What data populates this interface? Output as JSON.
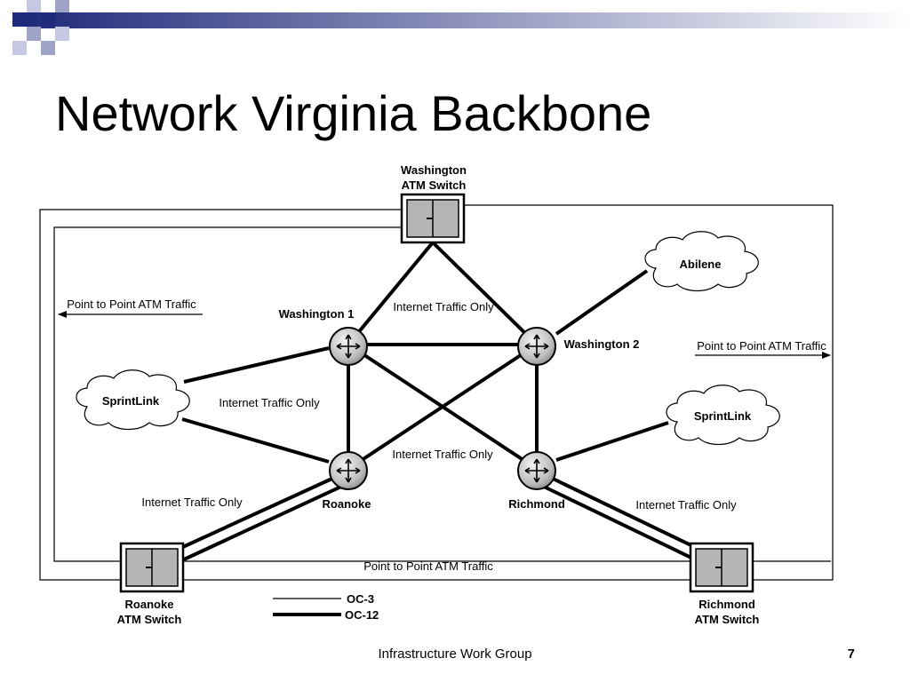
{
  "slide": {
    "title": "Network Virginia Backbone",
    "footer": "Infrastructure Work Group",
    "page_number": "7",
    "accent_color": "#1f2a7a"
  },
  "diagram": {
    "atm_switches": {
      "washington": [
        "Washington",
        "ATM Switch"
      ],
      "roanoke": [
        "Roanoke",
        "ATM Switch"
      ],
      "richmond": [
        "Richmond",
        "ATM Switch"
      ]
    },
    "routers": {
      "washington1": "Washington 1",
      "washington2": "Washington 2",
      "roanoke": "Roanoke",
      "richmond": "Richmond"
    },
    "clouds": {
      "abilene": "Abilene",
      "sprintlink_left": "SprintLink",
      "sprintlink_right": "SprintLink"
    },
    "traffic_labels": {
      "internet_top": "Internet Traffic Only",
      "internet_left": "Internet Traffic Only",
      "internet_center": "Internet Traffic Only",
      "internet_roanoke": "Internet Traffic Only",
      "internet_richmond": "Internet Traffic Only",
      "p2p_left": "Point to Point ATM Traffic",
      "p2p_right": "Point to Point ATM Traffic",
      "p2p_bottom": "Point to Point ATM Traffic"
    },
    "legend": {
      "oc3": "OC-3",
      "oc12": "OC-12"
    }
  }
}
